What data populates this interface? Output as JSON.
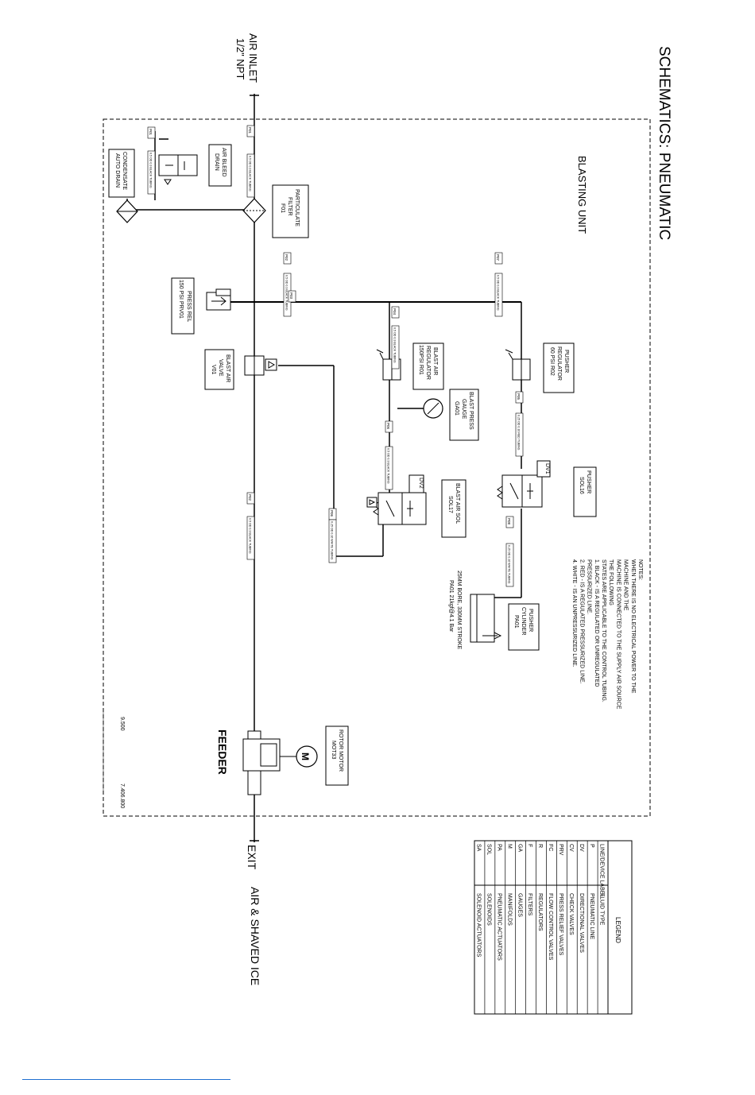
{
  "title": "SCHEMATICS: PNEUMATIC",
  "unit_label": "BLASTING UNIT",
  "inlet": {
    "line1": "AIR INLET",
    "line2": "1/2\" NPT"
  },
  "exit": {
    "label": "EXIT",
    "media": "AIR & SHAVED ICE"
  },
  "feeder_label": "FEEDER",
  "components": {
    "filter": [
      "PARTICULATE",
      "FILTER",
      "F01"
    ],
    "air_bleed": [
      "AIR BLEED",
      "DRAIN"
    ],
    "condensate": [
      "CONDENSATE",
      "AUTO DRAIN"
    ],
    "press_rel": [
      "PRESS REL",
      "150 PSI PRV01"
    ],
    "blast_air_valve": [
      "BLAST AIR",
      "VALVE",
      "V01"
    ],
    "blast_regulator": [
      "BLAST AIR",
      "REGULATOR",
      "150PSI R01"
    ],
    "blast_gauge": [
      "BLAST PRESS",
      "GAUGE",
      "GA01"
    ],
    "pusher_regulator": [
      "PUSHER",
      "REGULATOR",
      "60 PSI R02"
    ],
    "pusher_sol": [
      "PUSHER",
      "SOL16"
    ],
    "blast_air_sol": [
      "BLAST AIR SOL",
      "SOL17"
    ],
    "pusher_cylinder": [
      "PUSHER",
      "CYLINDER",
      "PA01"
    ],
    "rotor_motor": [
      "ROTOR MOTOR",
      "MOT33"
    ]
  },
  "valve_tags": {
    "dv1": "DV1",
    "dv2": "DV2"
  },
  "motor_symbol": "M",
  "cylinder_spec": [
    "25MM BORE, 330MM STROKE",
    "PA01 21kgf@4.1 Bar"
  ],
  "notes": [
    "NOTES:",
    "WHEN THERE IS NO ELECTRICAL POWER TO THE",
    "MACHINE AND THE",
    "MACHINE IS CONNECTED TO THE SUPPLY AIR SOURCE",
    "THE FOLLOWING",
    "STATES ARE APPLICABLE TO THE CONTROL TUBING.",
    "1. BLACK - IS A REGULATED OR UNREGULATED",
    "PRESSURIZED LINE.",
    "2. RED - IS A REGULATED PRESSURIZED LINE.",
    "4. WHITE - IS AN UNPRESSURIZED LINE."
  ],
  "legend": {
    "title": "LEGEND",
    "headers": [
      "LINE/DEVICE LABEL",
      "FLUID TYPE"
    ],
    "rows": [
      [
        "P",
        "PNEUMATIC LINE"
      ],
      [
        "DV",
        "DIRECTIONAL VALVES"
      ],
      [
        "CV",
        "CHECK VALVES"
      ],
      [
        "PRV",
        "PRESS RELIEF VALVES"
      ],
      [
        "FC",
        "FLOW CONTROL VALVES"
      ],
      [
        "R",
        "REGULATORS"
      ],
      [
        "F",
        "FILTERS"
      ],
      [
        "GA",
        "GAUGES"
      ],
      [
        "M",
        "MANIFOLDS"
      ],
      [
        "PA",
        "PNEUMATIC ACTUATORS"
      ],
      [
        "SOL",
        "SOLENOIDS"
      ],
      [
        "SA",
        "SOLENOID ACTUATORS"
      ]
    ]
  },
  "dims": {
    "left": "9.500",
    "right": "7.406.800"
  },
  "line_tags": {
    "p01": "P01",
    "p02": "P02",
    "p03": "P03",
    "p04": "P04",
    "p05": "P05",
    "p06": "P06",
    "p07": "P07",
    "p08": "P08",
    "tube_black": "0.5 OD 0.3 BLACK TUBING",
    "tube_red": "0.25 OD 0.16 RED TUBING",
    "tube_white": "0.25 OD 0.16 WHITE TUBING"
  },
  "colors": {
    "line": "#000000",
    "link": "#1f6fd1"
  }
}
